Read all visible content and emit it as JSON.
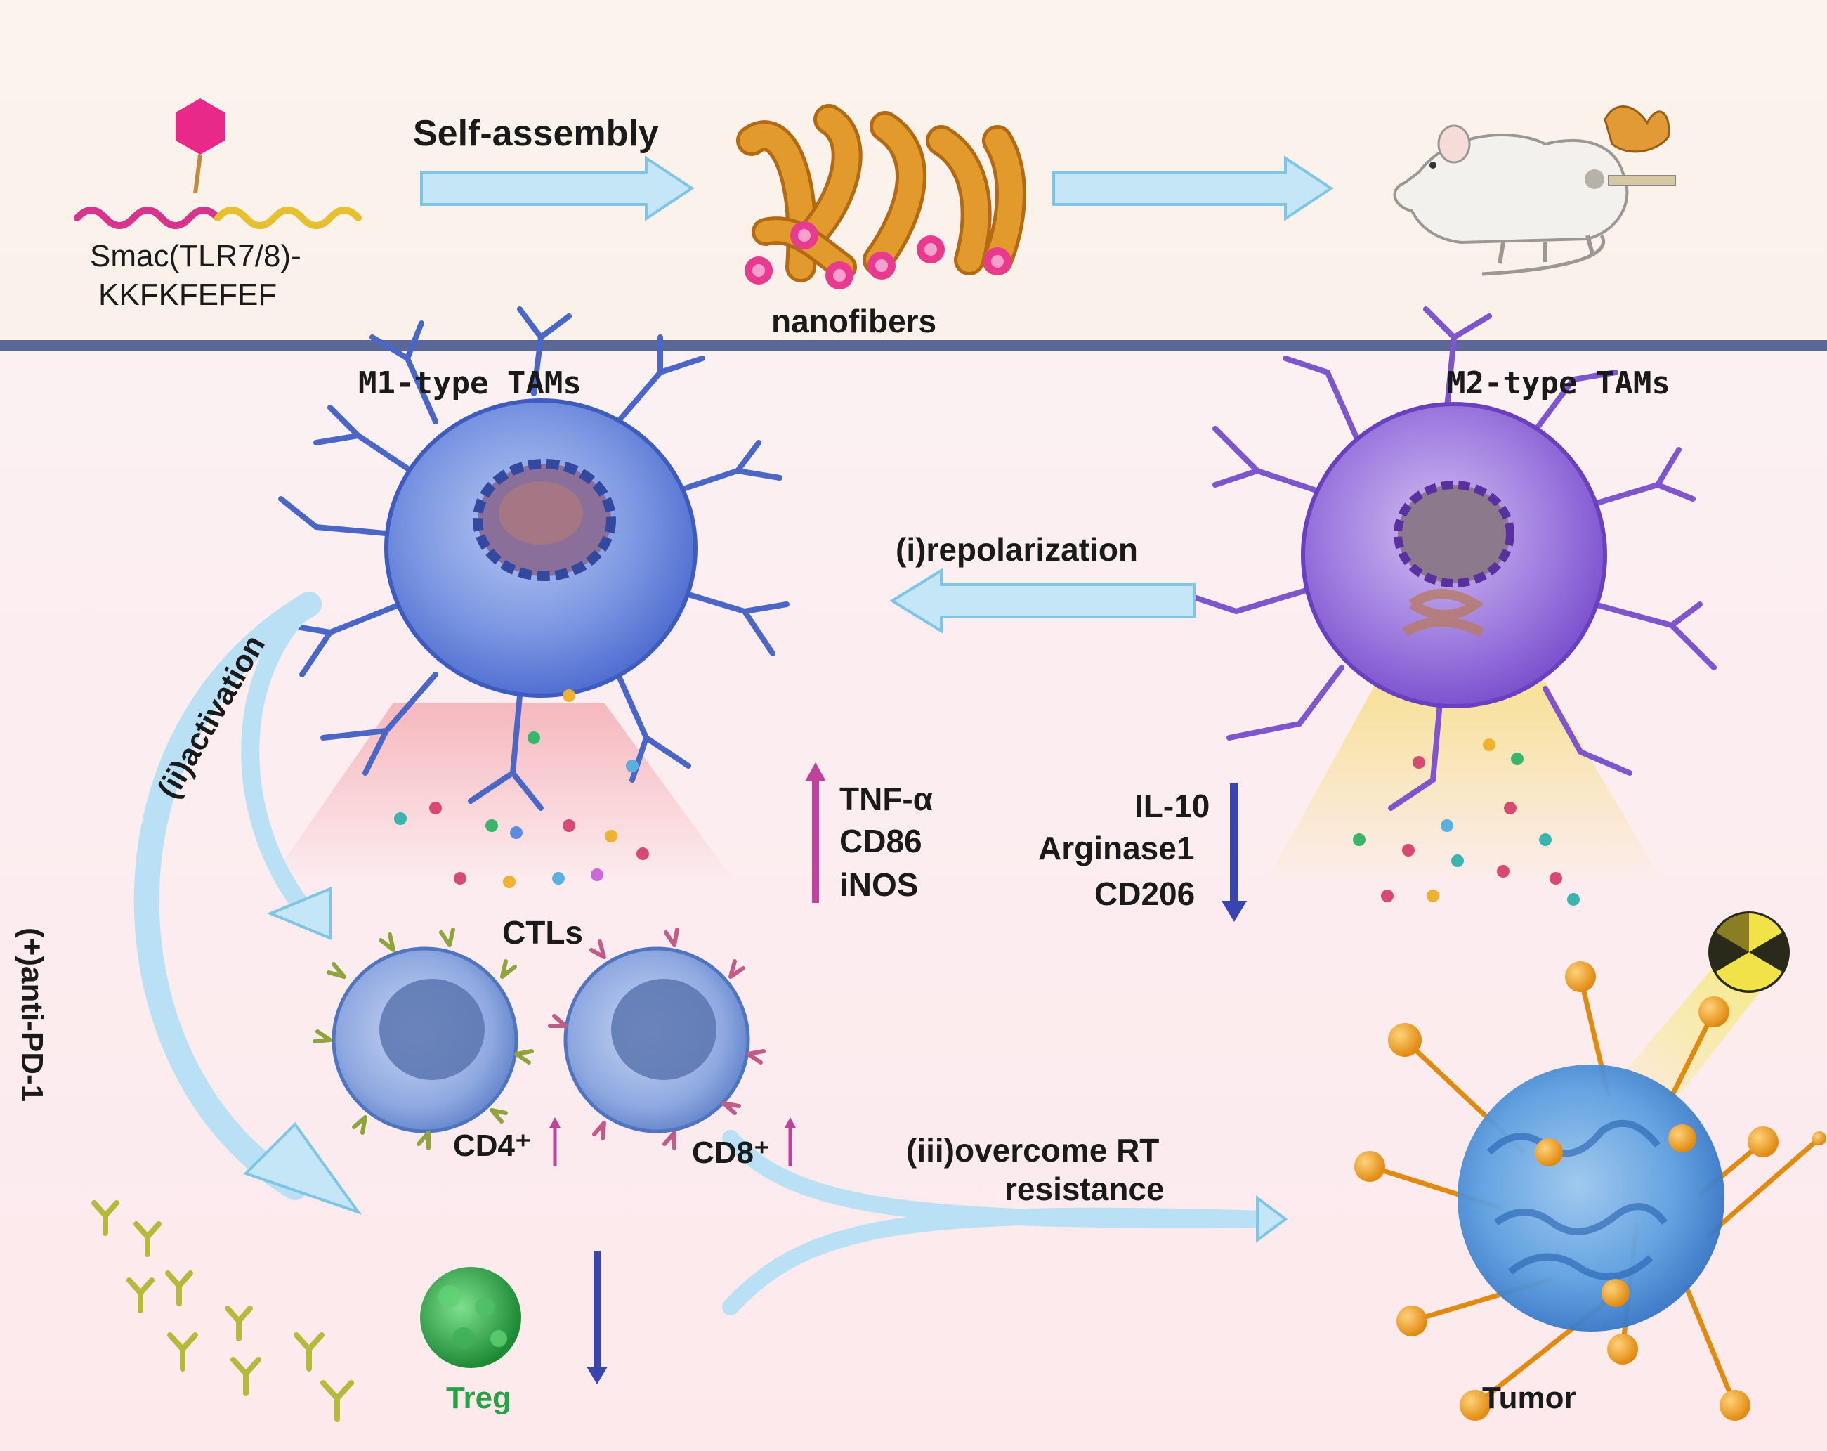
{
  "top": {
    "molecule_label_line1": "Smac(TLR7/8)-",
    "molecule_label_line2": "KKFKFEFEF",
    "step_label": "Self-assembly",
    "product_label": "nanofibers"
  },
  "cells": {
    "m1_title": "M1-type TAMs",
    "m2_title": "M2-type TAMs",
    "ctls_label": "CTLs",
    "cd4_label": "CD4⁺",
    "cd8_label": "CD8⁺",
    "treg_label": "Treg",
    "tumor_label": "Tumor"
  },
  "markers": {
    "up": [
      "TNF-α",
      "CD86",
      "iNOS"
    ],
    "down": [
      "IL-10",
      "Arginase1",
      "CD206"
    ]
  },
  "steps": {
    "repolarization": "(i)repolarization",
    "activation": "(ii)activation",
    "overcome_line1": "(iii)overcome RT",
    "overcome_line2": "resistance",
    "anti_pd1": "(+)anti-PD-1"
  },
  "colors": {
    "top_band": "#fbf4ec",
    "bottom_band": "#fcecee",
    "divider": "#5b6797",
    "arrow_fill": "#c4e6f6",
    "arrow_stroke": "#7fc6e6",
    "m1_cell": "#5d7fd9",
    "m2_cell": "#8a62d4",
    "up_arrow": "#c0429e",
    "down_arrow": "#3844b0",
    "tumor": "#3d86d6",
    "treg": "#2a9e45",
    "nanofiber": "#d58a1e",
    "peptide_pink": "#e23b8d",
    "peptide_yellow": "#e6c02e"
  }
}
